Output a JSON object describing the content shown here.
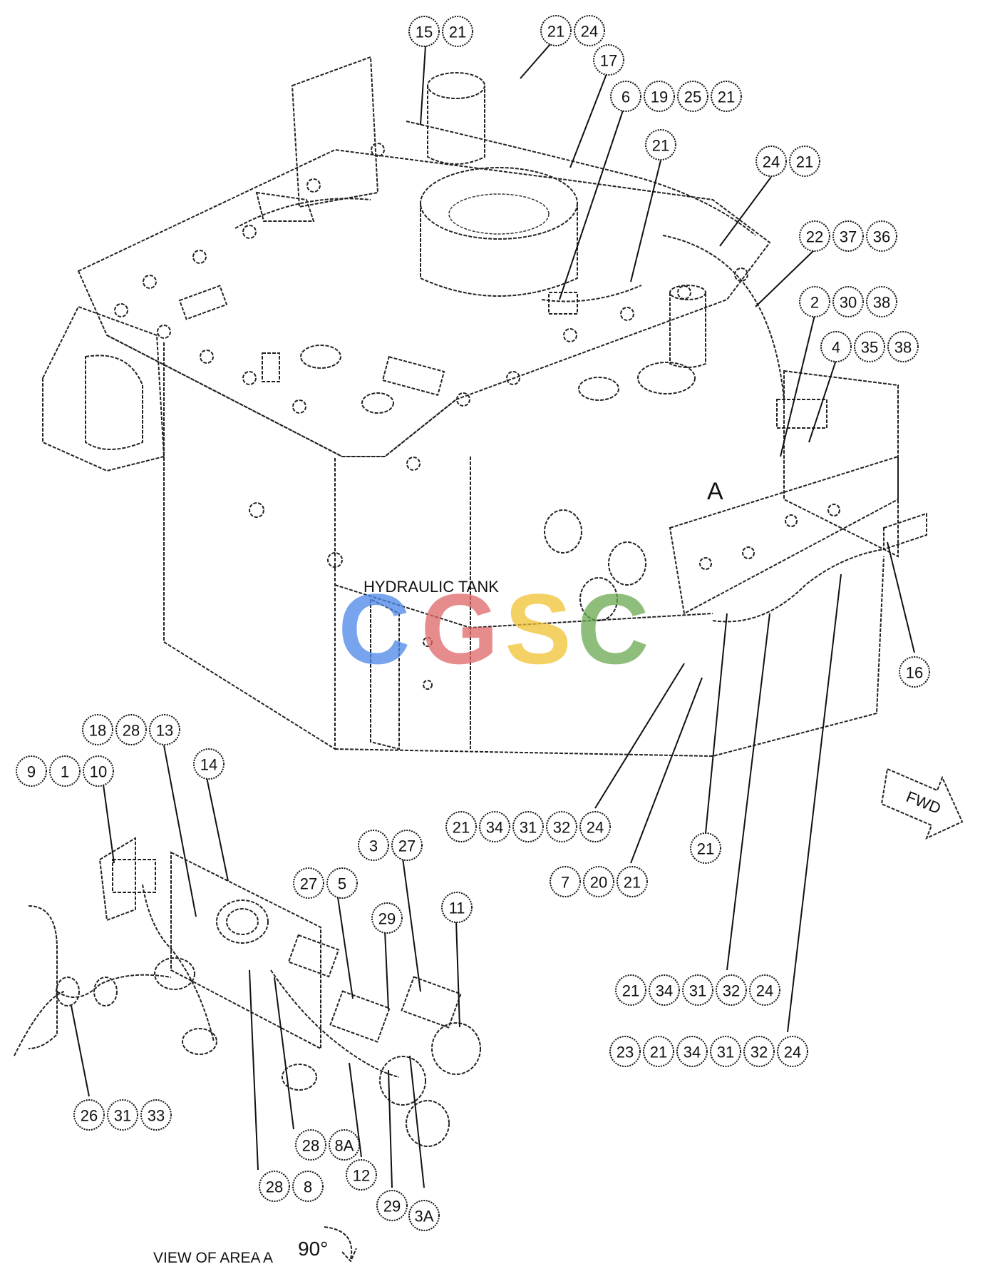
{
  "labels": {
    "hydraulic_tank": "HYDRAULIC TANK",
    "area_a": "A",
    "fwd": "FWD",
    "view_of_area": "VIEW OF AREA  A",
    "rotation": "90°"
  },
  "watermark": {
    "letters": [
      "C",
      "G",
      "S",
      "C"
    ],
    "colors": [
      "#4a86e8",
      "#e06666",
      "#f1c232",
      "#6aa84f"
    ]
  },
  "callout_groups": [
    [
      "15",
      "21"
    ],
    [
      "21",
      "24"
    ],
    [
      "17"
    ],
    [
      "6",
      "19",
      "25",
      "21"
    ],
    [
      "21"
    ],
    [
      "24",
      "21"
    ],
    [
      "22",
      "37",
      "36"
    ],
    [
      "2",
      "30",
      "38"
    ],
    [
      "4",
      "35",
      "38"
    ],
    [
      "16"
    ],
    [
      "21",
      "34",
      "31",
      "32",
      "24"
    ],
    [
      "21"
    ],
    [
      "7",
      "20",
      "21"
    ],
    [
      "21",
      "34",
      "31",
      "32",
      "24"
    ],
    [
      "23",
      "21",
      "34",
      "31",
      "32",
      "24"
    ],
    [
      "18",
      "28",
      "13"
    ],
    [
      "9",
      "1",
      "10"
    ],
    [
      "14"
    ],
    [
      "3",
      "27"
    ],
    [
      "27",
      "5"
    ],
    [
      "29"
    ],
    [
      "11"
    ],
    [
      "26",
      "31",
      "33"
    ],
    [
      "28",
      "8A"
    ],
    [
      "12"
    ],
    [
      "28",
      "8"
    ],
    [
      "29"
    ],
    [
      "3A"
    ]
  ]
}
